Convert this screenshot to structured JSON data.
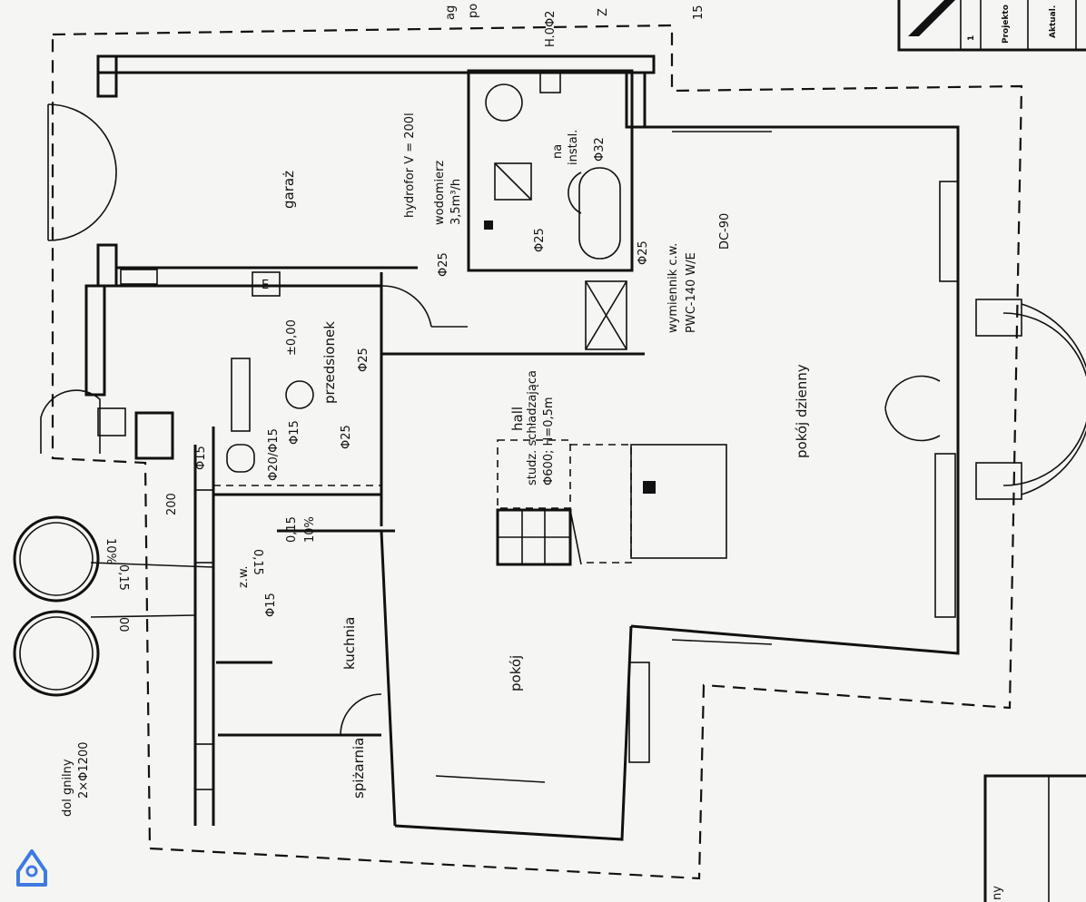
{
  "rooms": {
    "garage": "garaż",
    "vestibule": "przedsionek",
    "hall": "hall",
    "living_room": "pokój dzienny",
    "kitchen": "kuchnia",
    "pantry": "spiżarnia",
    "room": "pokój"
  },
  "annotations": {
    "hydrophore": "hydrofor V = 200l",
    "water_meter": "wodomierz",
    "water_meter_flow": "3,5m³/h",
    "to_install_1": "na",
    "to_install_2": "instal.",
    "d32": "Φ32",
    "dc90": "DC-90",
    "exchanger": "wymiennik c.w.",
    "exchanger_model": "PWC-140 W/E",
    "d25_a": "Φ25",
    "d25_b": "Φ25",
    "d25_c": "Φ25",
    "d25_d": "Φ25",
    "d25_e": "Φ25",
    "well_1": "studz. schładzająca",
    "well_2": "Φ600; H=0,5m",
    "level": "±0,00",
    "d20_15": "Φ20/Φ15",
    "d15_a": "Φ15",
    "d15_b": "Φ15",
    "d15_c": "Φ15",
    "dim_200": "200",
    "slope_a": "0,15",
    "slope_b": "10%",
    "slope_c": "0,15",
    "slope_d": "10%",
    "slope_e": "0,15",
    "dim_00": "00",
    "zw": "z.w.",
    "septic_1": "dol gnilny",
    "septic_2": "2×Φ1200",
    "e_box": "E",
    "top_partial_1": "ag",
    "top_partial_2": "po",
    "top_partial_3": "H.0Φ2",
    "top_partial_4": "Z",
    "dim_15": "15",
    "bottom_partial": "ny"
  },
  "title_block": {
    "sheet": "1",
    "designer": "Projekto",
    "updated": "Aktual."
  },
  "colors": {
    "line": "#111111",
    "paper": "#f5f5f3",
    "logo": "#3d7be0"
  }
}
